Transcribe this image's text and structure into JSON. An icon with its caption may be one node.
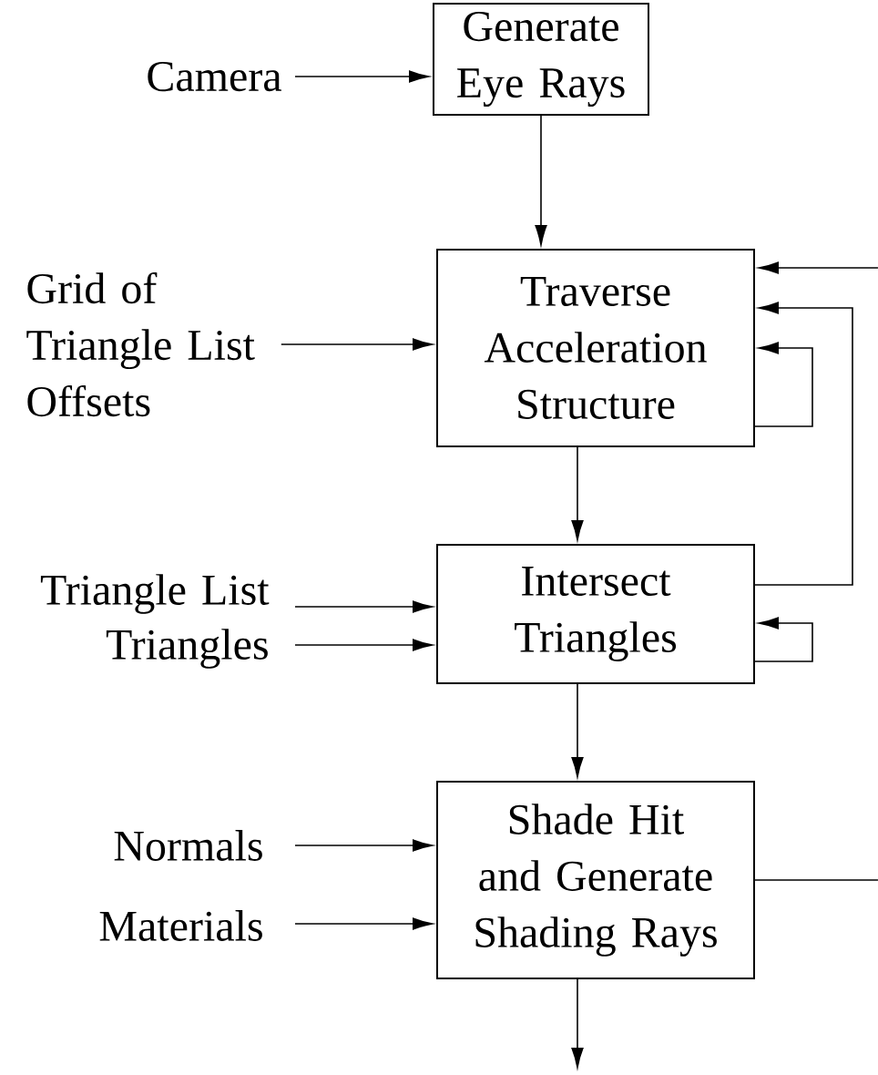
{
  "diagram": {
    "nodes": [
      {
        "text": [
          "Generate Eye Rays"
        ]
      },
      {
        "text": [
          "Traverse Acceleration Structure"
        ]
      },
      {
        "text": [
          "Intersect Triangles"
        ]
      },
      {
        "text": [
          "Shade Hit and Generate Shading Rays"
        ]
      },
      {
        "text": [
          "Camera"
        ]
      },
      {
        "text": [
          "Grid of Triangle List Offsets"
        ]
      },
      {
        "text": [
          "Triangle List"
        ]
      },
      {
        "text": [
          "Triangles"
        ]
      },
      {
        "text": [
          "Normals"
        ]
      },
      {
        "text": [
          "Materials"
        ]
      }
    ],
    "edges": [
      {
        "from": 4,
        "to": 0,
        "arrow": "to"
      },
      {
        "from": 0,
        "to": 1,
        "arrow": "to"
      },
      {
        "from": 5,
        "to": 1,
        "arrow": "to"
      },
      {
        "from": 1,
        "to": 1,
        "arrow": "to"
      },
      {
        "from": 1,
        "to": 2,
        "arrow": "to"
      },
      {
        "from": 6,
        "to": 2,
        "arrow": "to"
      },
      {
        "from": 7,
        "to": 2,
        "arrow": "to"
      },
      {
        "from": 2,
        "to": 2,
        "arrow": "to"
      },
      {
        "from": 2,
        "to": 1,
        "arrow": "to"
      },
      {
        "from": null,
        "to": 1,
        "arrow": "to"
      },
      {
        "from": 2,
        "to": 3,
        "arrow": "to"
      },
      {
        "from": 8,
        "to": 3,
        "arrow": "to"
      },
      {
        "from": 9,
        "to": 3,
        "arrow": "to"
      },
      {
        "from": 3,
        "to": null,
        "arrow": "to"
      },
      {
        "from": 3,
        "to": null,
        "arrow": "none"
      }
    ]
  }
}
